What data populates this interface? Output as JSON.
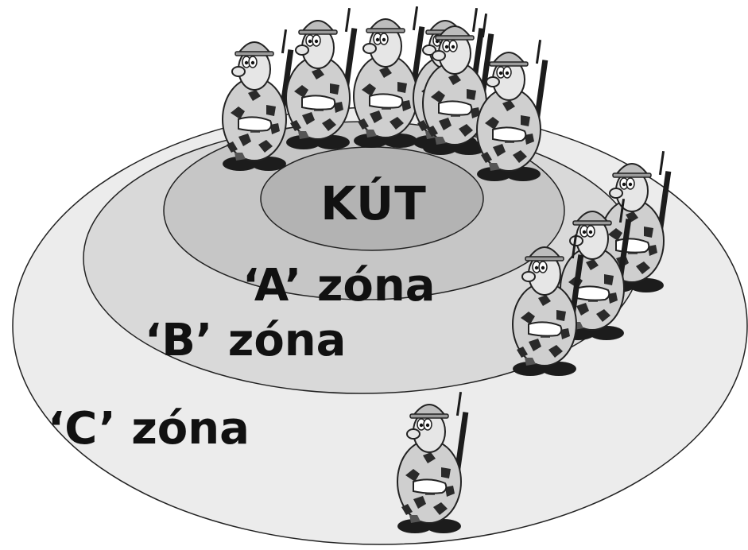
{
  "labels": {
    "center": "KÚT",
    "zone_a": "‘A’ zóna",
    "zone_b": "‘B’ zóna",
    "zone_c": "‘C’ zóna"
  },
  "colors": {
    "zone_c": "#ececec",
    "zone_b": "#d9d9d9",
    "zone_a": "#c6c6c6",
    "center": "#b3b3b3",
    "outline": "#222222",
    "body": "#cfcfcf",
    "camo": "#2a2a2a",
    "text": "#111111"
  },
  "icons": {
    "soldier": "cartoon-soldier-icon"
  },
  "soldier_groups": {
    "back_group_count": 6,
    "right_group_count": 3,
    "front_count": 1
  }
}
